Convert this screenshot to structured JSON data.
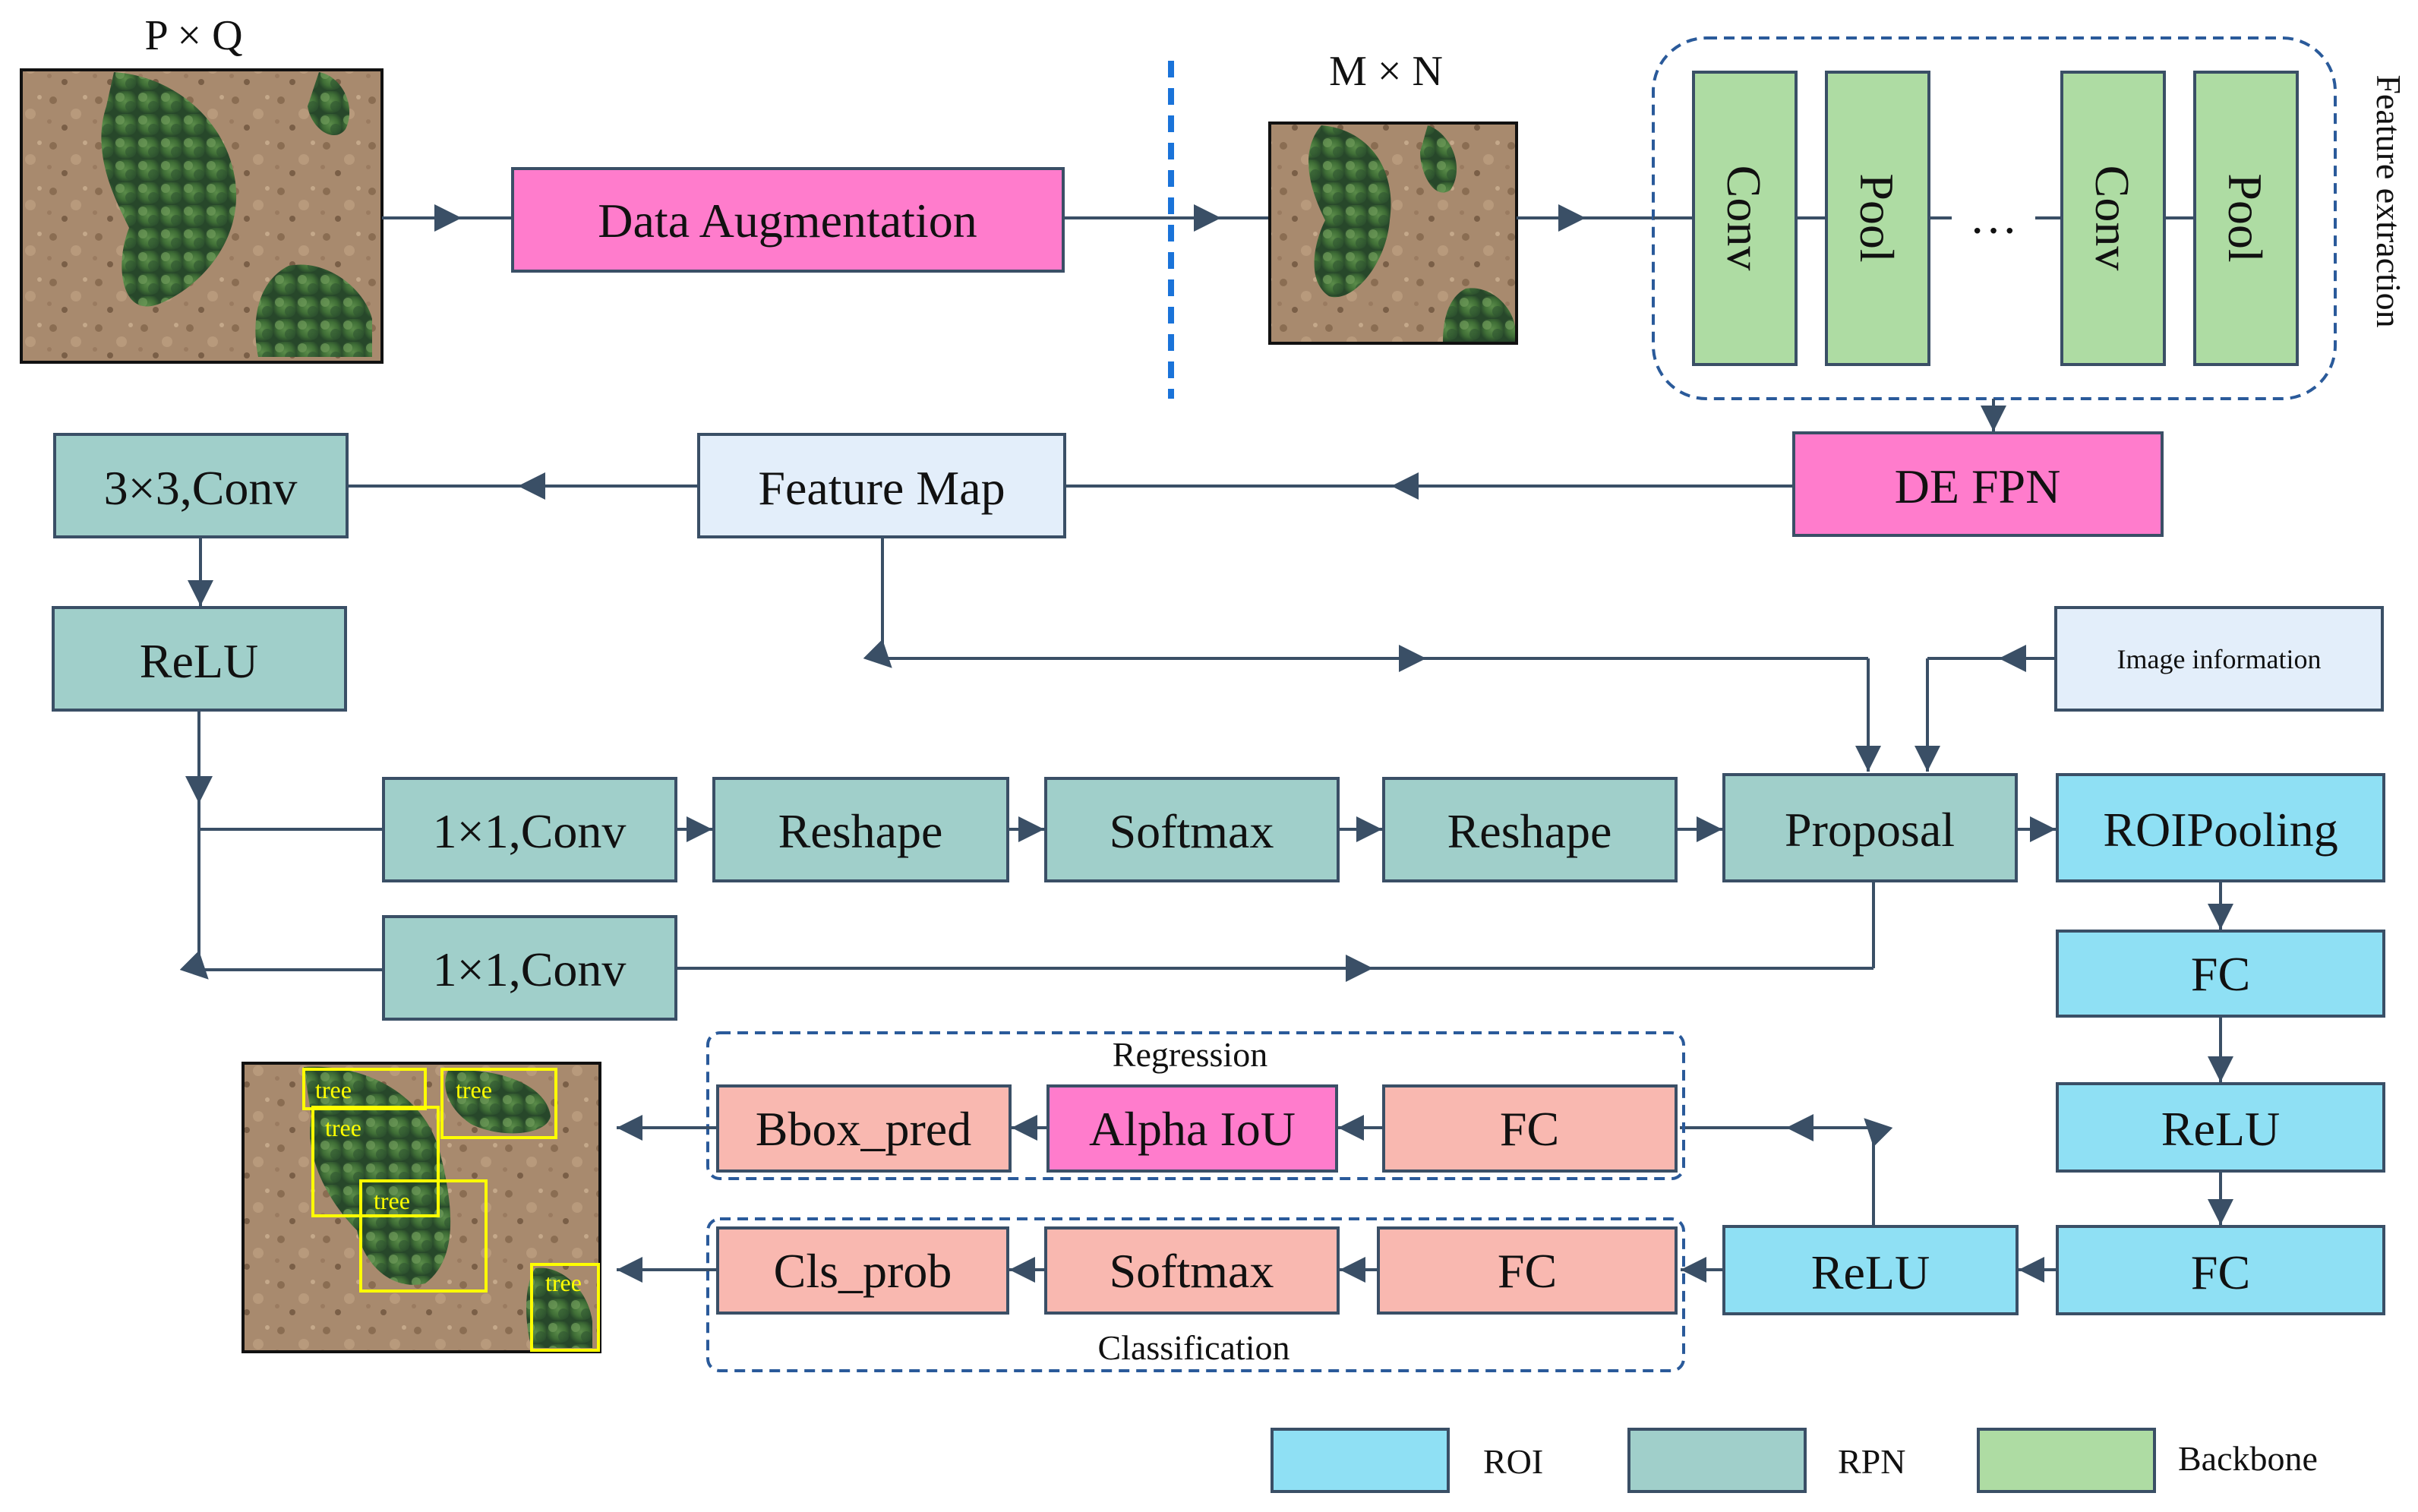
{
  "colors": {
    "roi": "#8fe0f4",
    "rpn": "#a0cfca",
    "backbone": "#aedca3",
    "highlight": "#ff7ccc",
    "head": "#f9b8b0",
    "featuremap": "#e3eefa",
    "stroke": "#3a4f66",
    "dashed": "#2a5a9a",
    "split_line": "#1a73d9",
    "detect_box": "#ffff00"
  },
  "top_row": {
    "input_label": "P × Q",
    "augment_label": "Data Augmentation",
    "resized_label": "M × N",
    "conv1": "Conv",
    "pool1": "Pool",
    "ellipsis": "···",
    "conv2": "Conv",
    "pool2": "Pool",
    "feature_extraction": "Feature extraction"
  },
  "middle": {
    "conv3x3": "3×3,Conv",
    "feature_map": "Feature Map",
    "de_fpn": "DE FPN",
    "relu": "ReLU",
    "image_info": "Image information"
  },
  "rpn_row": {
    "conv1x1_a": "1×1,Conv",
    "reshape_a": "Reshape",
    "softmax": "Softmax",
    "reshape_b": "Reshape",
    "proposal": "Proposal",
    "roipooling": "ROIPooling",
    "conv1x1_b": "1×1,Conv"
  },
  "roi_col": {
    "fc_1": "FC",
    "relu_1": "ReLU",
    "fc_2": "FC",
    "relu_2": "ReLU"
  },
  "heads": {
    "regression": "Regression",
    "bbox_pred": "Bbox_pred",
    "alpha_iou": "Alpha IoU",
    "fc_reg": "FC",
    "classification": "Classification",
    "cls_prob": "Cls_prob",
    "softmax_cls": "Softmax",
    "fc_cls": "FC"
  },
  "detections": [
    "tree",
    "tree",
    "tree",
    "tree",
    "tree"
  ],
  "legend": {
    "roi": "ROI",
    "rpn": "RPN",
    "backbone": "Backbone"
  }
}
